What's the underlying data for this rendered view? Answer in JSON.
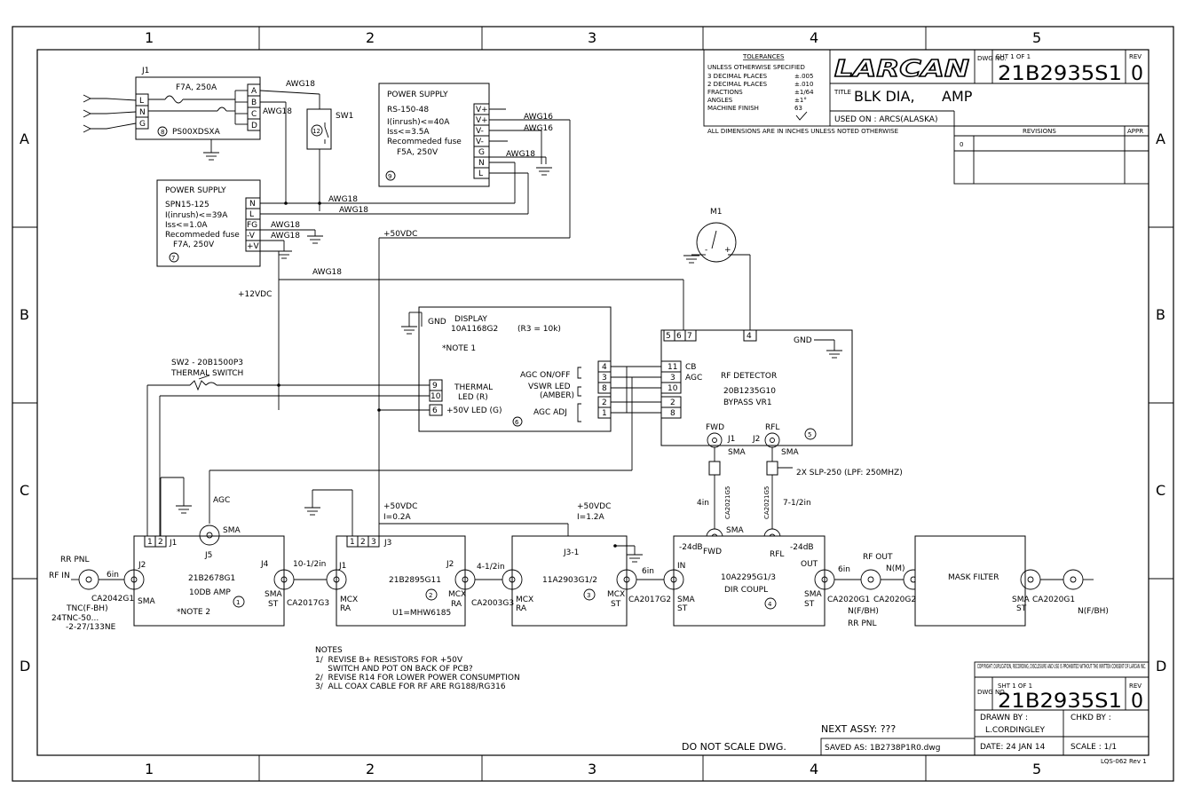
{
  "grid": {
    "cols": [
      "1",
      "2",
      "3",
      "4",
      "5"
    ],
    "rows": [
      "A",
      "B",
      "C",
      "D"
    ]
  },
  "title_block": {
    "tolerances_title": "TOLERANCES",
    "tolerances_lines": [
      "UNLESS OTHERWISE SPECIFIED",
      "3 DECIMAL PLACES",
      "2 DECIMAL PLACES",
      "FRACTIONS",
      "ANGLES",
      "MACHINE FINISH"
    ],
    "tolerances_values": [
      "±.005",
      "±.010",
      "±1/64",
      "±1°",
      "63"
    ],
    "logo": "LARCAN",
    "dwg_label": "DWG NO.",
    "sht": "SHT 1 OF 1",
    "dwg_no": "21B2935S1",
    "rev_label": "REV",
    "rev": "0",
    "title_label": "TITLE",
    "title": "BLK DIA,      AMP",
    "used_on": "USED ON : ARCS(ALASKA)",
    "dims_note": "ALL DIMENSIONS ARE IN INCHES UNLESS NOTED OTHERWISE",
    "revisions": "REVISIONS",
    "appr": "APPR",
    "rev_row": "0",
    "copyright": "COPYRIGHT: DUPLICATION, RECORDING, DISCLOSURE AND USE IS PROHIBITED WITHOUT THE WRITTEN CONSENT OF LARCAN INC.",
    "drawn_by_label": "DRAWN BY :",
    "drawn_by": "L.CORDINGLEY",
    "chkd_by": "CHKD BY :",
    "date": "DATE: 24  JAN 14",
    "scale": "SCALE : 1/1",
    "next_assy": "NEXT ASSY: ???",
    "do_not_scale": "DO NOT SCALE DWG.",
    "saved_as": "SAVED AS: 1B2738P1R0.dwg",
    "form_no": "LQS-062 Rev 1"
  },
  "blocks": {
    "j1": {
      "ref": "J1",
      "fuse": "F7A, 250A",
      "part": "PS00XDSXA",
      "num": "8",
      "pins": [
        "L",
        "N",
        "G"
      ],
      "out": [
        "A",
        "B",
        "C",
        "D"
      ]
    },
    "sw1": {
      "label": "SW1",
      "num": "12"
    },
    "ps1": {
      "lines": [
        "POWER SUPPLY",
        "RS-150-48",
        "I(inrush)<=40A",
        "Iss<=3.5A",
        "Recommeded fuse",
        "F5A, 250V"
      ],
      "num": "9",
      "pins": [
        "V+",
        "V+",
        "V-",
        "V-",
        "G",
        "N",
        "L"
      ]
    },
    "ps2": {
      "lines": [
        "POWER SUPPLY",
        "SPN15-125",
        "I(inrush)<=39A",
        "Iss<=1.0A",
        "Recommeded fuse",
        "F7A, 250V"
      ],
      "num": "7",
      "pins": [
        "N",
        "L",
        "FG",
        "-V",
        "+V"
      ]
    },
    "m1": {
      "label": "M1",
      "minus": "-",
      "plus": "+"
    },
    "display": {
      "gnd": "GND",
      "title": "DISPLAY",
      "part": "10A1168G2",
      "r3": "(R3 = 10k)",
      "note": "*NOTE 1",
      "num": "6",
      "agc_onoff": "AGC ON/OFF",
      "vswr": "VSWR LED",
      "amber": "(AMBER)",
      "agc_adj": "AGC ADJ",
      "thermal": "THERMAL",
      "led_r": "LED (R)",
      "led_g": "+50V LED (G)",
      "left_pins": [
        "9",
        "10",
        "6"
      ],
      "right_pins": [
        "4",
        "3",
        "8",
        "2",
        "1"
      ]
    },
    "rfdet": {
      "title": "RF DETECTOR",
      "part": "20B1235G10",
      "bypass": "BYPASS VR1",
      "num": "5",
      "gnd": "GND",
      "top_pins": [
        "5",
        "6",
        "7",
        "4"
      ],
      "pins": [
        "11",
        "3",
        "10",
        "2",
        "8"
      ],
      "cb": "CB",
      "agc": "AGC",
      "fwd": "FWD",
      "rfl": "RFL",
      "j1": "J1",
      "j2": "J2",
      "sma": "SMA"
    },
    "amp1": {
      "part": "21B2678G1",
      "desc": "10DB AMP",
      "note": "*NOTE 2",
      "num": "1",
      "j1": "J1",
      "j2": "J2",
      "j4": "J4",
      "j5": "J5",
      "agc": "AGC",
      "sma": "SMA",
      "st": "ST",
      "pins": [
        "1",
        "2"
      ]
    },
    "amp2": {
      "part": "21B2895G11",
      "u1": "U1=MHW6185",
      "num": "2",
      "j1": "J1",
      "j2": "J2",
      "j3": "J3",
      "mcx": "MCX",
      "ra": "RA",
      "v": "+50VDC",
      "i": "I=0.2A",
      "pins": [
        "1",
        "2",
        "3"
      ]
    },
    "amp3": {
      "part": "11A2903G1/2",
      "num": "3",
      "j": "J3-1",
      "mcx": "MCX",
      "ra": "RA",
      "st": "ST",
      "v": "+50VDC",
      "i": "I=1.2A"
    },
    "coupl": {
      "part": "10A2295G1/3",
      "desc": "DIR COUPL",
      "num": "4",
      "in": "IN",
      "out": "OUT",
      "fwd": "FWD",
      "rfl": "RFL",
      "db_l": "-24dB",
      "db_r": "-24dB",
      "sma": "SMA",
      "st": "ST"
    },
    "mask": {
      "title": "MASK FILTER",
      "sma": "SMA",
      "st": "ST"
    }
  },
  "labels": {
    "awg18": "AWG18",
    "awg16": "AWG16",
    "v50": "+50VDC",
    "v12": "+12VDC",
    "sw2": "SW2 - 20B1500P3",
    "thermal_sw": "THERMAL SWITCH",
    "rr_pnl": "RR PNL",
    "rf_in": "RF IN",
    "six_in": "6in",
    "tnc": "TNC(F-BH)",
    "tnc_part": "24TNC-50...",
    "tnc_part2": "-2-27/133NE",
    "ca2042": "CA2042G1",
    "ca2017": "CA2017G3",
    "ca2003": "CA2003G3",
    "ca2017g2": "CA2017G2",
    "ca2020": "CA2020G1",
    "ca2020g2": "CA2020G2",
    "ca2021": "CA2021G5",
    "len1": "10-1/2in",
    "len2": "4-1/2in",
    "len3": "4in",
    "len4": "7-1/2in",
    "lpf": "2X SLP-250 (LPF: 250MHZ)",
    "rf_out": "RF OUT",
    "n_m": "N(M)",
    "n_fbh": "N(F/BH)",
    "rr_pnl2": "RR PNL"
  },
  "notes": {
    "title": "NOTES",
    "items": [
      "1/  REVISE B+ RESISTORS FOR +50V",
      "     SWITCH AND POT ON BACK OF PCB?",
      "2/  REVISE R14 FOR LOWER POWER CONSUMPTION",
      "3/  ALL COAX CABLE FOR RF ARE RG188/RG316"
    ]
  }
}
